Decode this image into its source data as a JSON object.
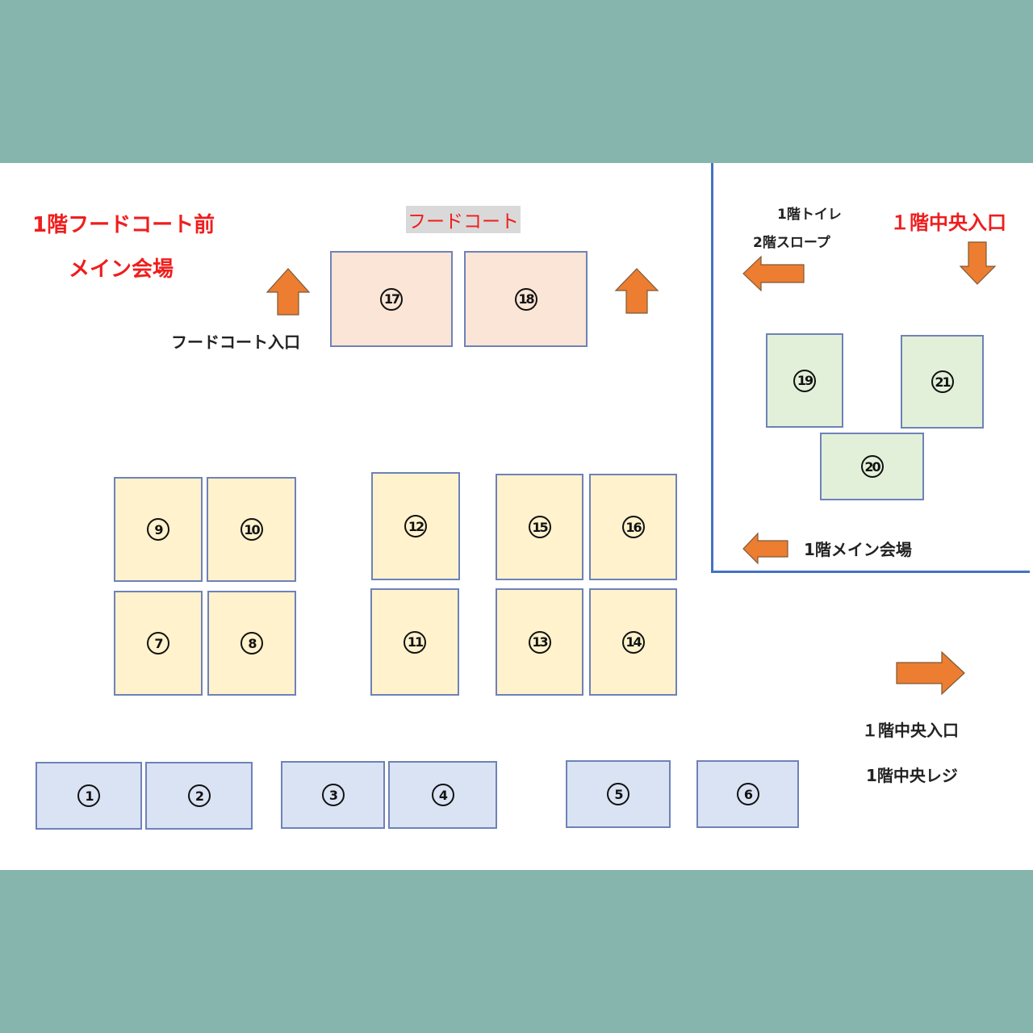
{
  "labels": {
    "title_line1": "1階フードコート前",
    "title_line2": "メイン会場",
    "food_court": "フードコート",
    "food_court_entrance": "フードコート入口",
    "toilet": "1階トイレ",
    "slope": "2階スロープ",
    "central_entrance_top": "１階中央入口",
    "main_venue": "1階メイン会場",
    "central_entrance_bottom": "１階中央入口",
    "central_register": "1階中央レジ"
  },
  "colors": {
    "background": "#86b5ae",
    "arrow": "#ed7d31",
    "pink": "#fbe5d6",
    "yellow": "#fff2cc",
    "green": "#e2f0d9",
    "blue": "#dae3f3"
  },
  "booths": {
    "b1": "1",
    "b2": "2",
    "b3": "3",
    "b4": "4",
    "b5": "5",
    "b6": "6",
    "b7": "7",
    "b8": "8",
    "b9": "9",
    "b10": "10",
    "b11": "11",
    "b12": "12",
    "b13": "13",
    "b14": "14",
    "b15": "15",
    "b16": "16",
    "b17": "17",
    "b18": "18",
    "b19": "19",
    "b20": "20",
    "b21": "21"
  }
}
